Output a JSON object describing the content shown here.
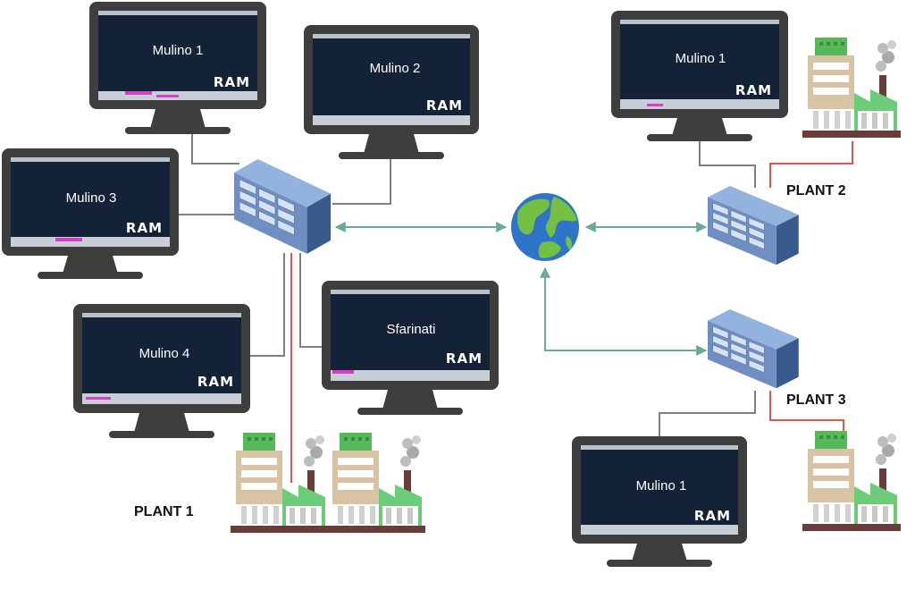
{
  "monitors": [
    {
      "id": "m1",
      "label": "Mulino 1"
    },
    {
      "id": "m2",
      "label": "Mulino 2"
    },
    {
      "id": "m3",
      "label": "Mulino 3"
    },
    {
      "id": "m4",
      "label": "Mulino 4"
    },
    {
      "id": "m5",
      "label": "Sfarinati"
    },
    {
      "id": "m6",
      "label": "Mulino 1"
    },
    {
      "id": "m7",
      "label": "Mulino 1"
    }
  ],
  "plants": [
    {
      "id": "p1",
      "label": "PLANT 1"
    },
    {
      "id": "p2",
      "label": "PLANT 2"
    },
    {
      "id": "p3",
      "label": "PLANT 3"
    }
  ],
  "logo_text": "RAM",
  "icons": [
    "monitor-icon",
    "network-switch-icon",
    "globe-icon",
    "factory-icon"
  ],
  "colors": {
    "screen": "#142238",
    "bezel": "#3e3e3e",
    "link_gray": "#808080",
    "link_red": "#e8524f",
    "arrow_teal": "#6aa99b",
    "switch_blue": "#6f8fc2",
    "factory_green": "#6ccc7a",
    "factory_brown": "#6a3d3a",
    "globe_ocean": "#2e75c9",
    "globe_land": "#74c043"
  }
}
